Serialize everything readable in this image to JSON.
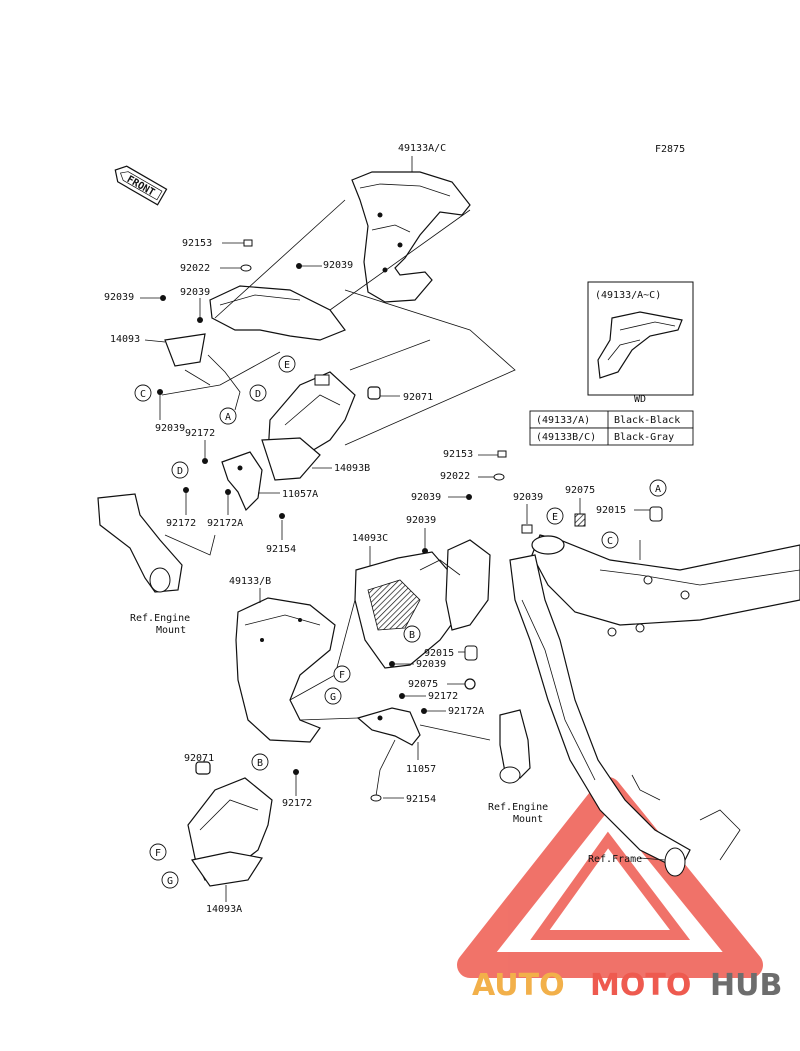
{
  "diagram_code": "F2875",
  "front_label": "FRONT",
  "inset": {
    "title": "(49133/A~C)",
    "variant": "WD",
    "table": [
      {
        "part": "(49133/A)",
        "color": "Black-Black"
      },
      {
        "part": "(49133B/C)",
        "color": "Black-Gray"
      }
    ]
  },
  "parts": {
    "p49133ac": "49133A/C",
    "p49133b": "49133/B",
    "p92153a": "92153",
    "p92022a": "92022",
    "p92039a": "92039",
    "p92039b": "92039",
    "p92039c": "92039",
    "p92039d": "92039",
    "p14093": "14093",
    "p92071a": "92071",
    "p92172a": "92172",
    "p14093b": "14093B",
    "p11057a": "11057A",
    "p92172b": "92172",
    "p92172ab": "92172A",
    "p92154a": "92154",
    "p92153b": "92153",
    "p92022b": "92022",
    "p92039e": "92039",
    "p92039f": "92039",
    "p92039g": "92039",
    "p92075a": "92075",
    "p92015a": "92015",
    "p14093c": "14093C",
    "p92015b": "92015",
    "p92039h": "92039",
    "p92075b": "92075",
    "p92172c": "92172",
    "p92172ac": "92172A",
    "p11057": "11057",
    "p92154b": "92154",
    "p92071b": "92071",
    "p92172d": "92172",
    "p14093a": "14093A"
  },
  "refs": {
    "engine_mount_1_line1": "Ref.Engine",
    "engine_mount_1_line2": "Mount",
    "engine_mount_2_line1": "Ref.Engine",
    "engine_mount_2_line2": "Mount",
    "frame": "Ref.Frame"
  },
  "callouts": {
    "c_E1": "E",
    "c_D1": "D",
    "c_C1": "C",
    "c_A1": "A",
    "c_D2": "D",
    "c_A2": "A",
    "c_E2": "E",
    "c_C2": "C",
    "c_B1": "B",
    "c_F1": "F",
    "c_G1": "G",
    "c_B2": "B",
    "c_F2": "F",
    "c_G2": "G"
  },
  "watermark": {
    "auto": "AUTO",
    "moto": "MOTO",
    "hub": "HUB"
  }
}
